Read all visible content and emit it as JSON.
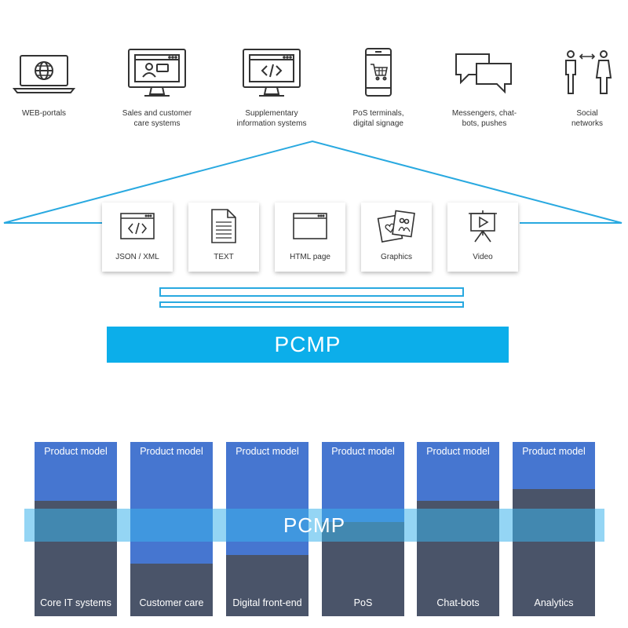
{
  "channels": [
    {
      "label": "WEB-portals",
      "icon": "laptop-globe-icon"
    },
    {
      "label": "Sales and customer\ncare systems",
      "icon": "monitor-user-chat-icon"
    },
    {
      "label": "Supplementary\ninformation systems",
      "icon": "monitor-code-icon"
    },
    {
      "label": "PoS terminals,\ndigital signage",
      "icon": "phone-cart-icon"
    },
    {
      "label": "Messengers, chat-\nbots, pushes",
      "icon": "chat-bubbles-icon"
    },
    {
      "label": "Social\nnetworks",
      "icon": "people-exchange-icon"
    }
  ],
  "content_types": [
    {
      "label": "JSON / XML",
      "icon": "code-window-icon"
    },
    {
      "label": "TEXT",
      "icon": "document-icon"
    },
    {
      "label": "HTML page",
      "icon": "browser-window-icon"
    },
    {
      "label": "Graphics",
      "icon": "photos-icon"
    },
    {
      "label": "Video",
      "icon": "presentation-play-icon"
    }
  ],
  "pcmp_top": "PCMP",
  "pcmp_band": "PCMP",
  "columns": [
    {
      "top_label": "Product model",
      "bottom_label": "Core IT systems",
      "product_model_share": 0.34
    },
    {
      "top_label": "Product model",
      "bottom_label": "Customer care",
      "product_model_share": 0.7
    },
    {
      "top_label": "Product model",
      "bottom_label": "Digital front-end",
      "product_model_share": 0.65
    },
    {
      "top_label": "Product model",
      "bottom_label": "PoS",
      "product_model_share": 0.46
    },
    {
      "top_label": "Product model",
      "bottom_label": "Chat-bots",
      "product_model_share": 0.34
    },
    {
      "top_label": "Product model",
      "bottom_label": "Analytics",
      "product_model_share": 0.27
    }
  ],
  "colors": {
    "accent": "#0caeea",
    "line": "#29a9e0",
    "product_model": "#4676d0",
    "system": "#4a5469",
    "pcmp_band": "#3cb2eb",
    "icon_stroke": "#333333"
  }
}
